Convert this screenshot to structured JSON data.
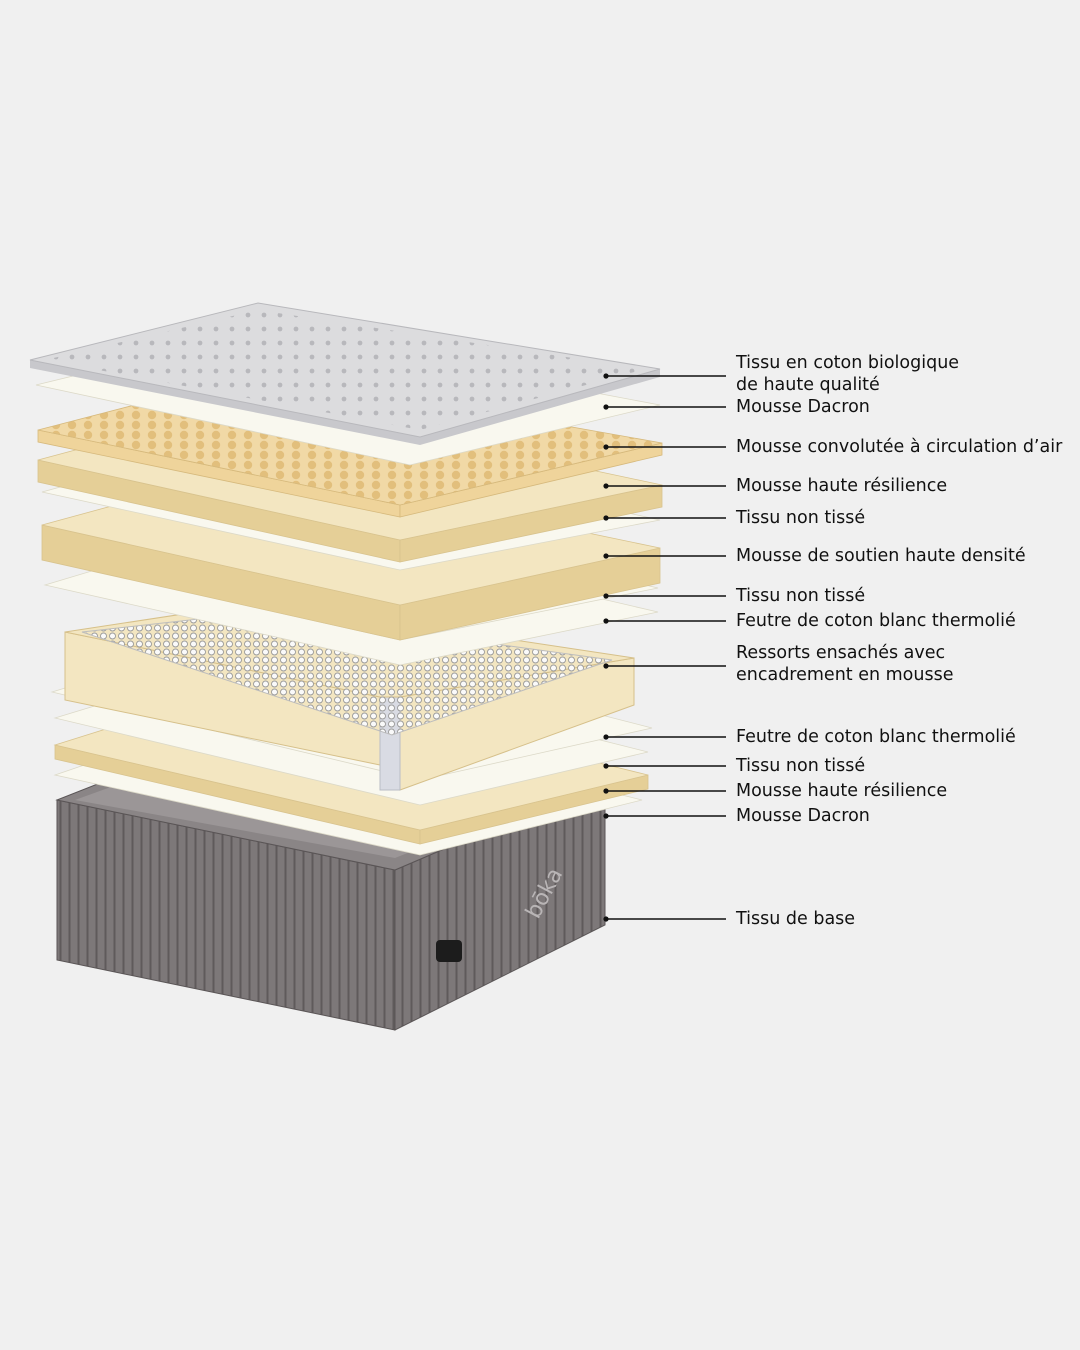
{
  "colors": {
    "background": "#f0f0f0",
    "quilt": "#dcdcde",
    "foam": "#f3e6c1",
    "foam_edge": "#e5cf97",
    "convoluted": "#efd49b",
    "sheet": "#f9f8ef",
    "spring": "#e6e6e6",
    "base": "#807b7c",
    "leader": "#111111"
  },
  "base_logo": "bōka",
  "layers": [
    {
      "id": "organic-cotton",
      "lines": [
        "Tissu en coton biologique",
        "de haute qualité"
      ]
    },
    {
      "id": "dacron-top",
      "lines": [
        "Mousse Dacron"
      ]
    },
    {
      "id": "convoluted-foam",
      "lines": [
        "Mousse convolutée à circulation d’air"
      ]
    },
    {
      "id": "hr-foam-top",
      "lines": [
        "Mousse haute résilience"
      ]
    },
    {
      "id": "nonwoven-top",
      "lines": [
        "Tissu non tissé"
      ]
    },
    {
      "id": "hd-support-foam",
      "lines": [
        "Mousse de soutien haute densité"
      ]
    },
    {
      "id": "nonwoven-mid",
      "lines": [
        "Tissu non tissé"
      ]
    },
    {
      "id": "felt-top",
      "lines": [
        "Feutre de coton blanc thermolié"
      ]
    },
    {
      "id": "pocket-springs",
      "lines": [
        "Ressorts ensachés avec",
        "encadrement en mousse"
      ]
    },
    {
      "id": "felt-bottom",
      "lines": [
        "Feutre de coton blanc thermolié"
      ]
    },
    {
      "id": "nonwoven-bottom",
      "lines": [
        "Tissu non tissé"
      ]
    },
    {
      "id": "hr-foam-bottom",
      "lines": [
        "Mousse haute résilience"
      ]
    },
    {
      "id": "dacron-bottom",
      "lines": [
        "Mousse Dacron"
      ]
    },
    {
      "id": "base-fabric",
      "lines": [
        "Tissu de base"
      ]
    }
  ]
}
